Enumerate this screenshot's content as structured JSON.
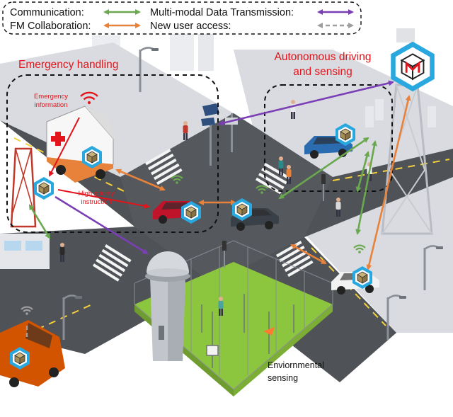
{
  "legend": {
    "communication": "Communication:",
    "fm_collaboration": "FM Collaboration:",
    "multimodal": "Multi-modal Data Transmission:",
    "new_user": "New user access:"
  },
  "regions": {
    "emergency_title": "Emergency handling",
    "autonomous_line1": "Autonomous driving",
    "autonomous_line2": "and sensing",
    "environment_line1": "Enviornmental",
    "environment_line2": "sensing"
  },
  "annotations": {
    "emergency_info_line1": "Emergency",
    "emergency_info_line2": "information",
    "high_priority_line1": "High priority",
    "high_priority_line2": "instruction"
  },
  "colors": {
    "communication": "#6aa84f",
    "fm_collaboration": "#e8823a",
    "multimodal": "#7b3fb5",
    "new_user": "#9e9e9e",
    "alert_text": "#e3141b",
    "fm_badge": "#29a8e0",
    "road": "#4a4a4a",
    "grass": "#8cc63f"
  },
  "icons": [
    "fm-cube-icon",
    "wifi-icon",
    "antenna-tower-icon",
    "weather-station-icon",
    "camera-sensor-icon"
  ]
}
